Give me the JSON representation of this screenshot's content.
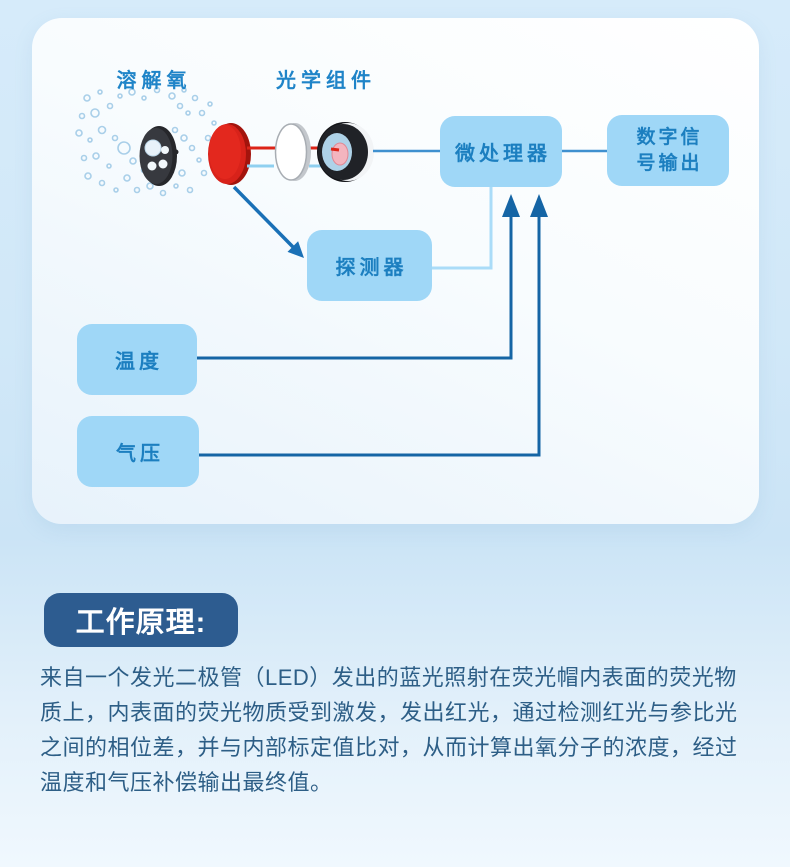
{
  "diagram": {
    "labels": {
      "dissolved_oxygen": "溶解氧",
      "optical_assembly": "光学组件"
    },
    "boxes": {
      "microprocessor": "微处理器",
      "digital_output": "数字信号输出",
      "digital_output_line1": "数字信",
      "digital_output_line2": "号输出",
      "detector": "探测器",
      "temperature": "温度",
      "pressure": "气压"
    },
    "colors": {
      "box_fill": "#9fd7f7",
      "box_text": "#1c7fc0",
      "label_text": "#1f84c8",
      "connector_blue": "#3f90cf",
      "arrow_dark_blue": "#1565a5",
      "detector_link_light_blue": "#aadcf8",
      "led_red": "#dc2418",
      "beam_light_blue": "#8fd0f0",
      "heading_bg": "#2d5c90",
      "body_text": "#2d5e86"
    }
  },
  "principle": {
    "heading": "工作原理:",
    "body": "来自一个发光二极管（LED）发出的蓝光照射在荧光帽内表面的荧光物质上，内表面的荧光物质受到激发，发出红光，通过检测红光与参比光之间的相位差，并与内部标定值比对，从而计算出氧分子的浓度，经过温度和气压补偿输出最终值。"
  }
}
